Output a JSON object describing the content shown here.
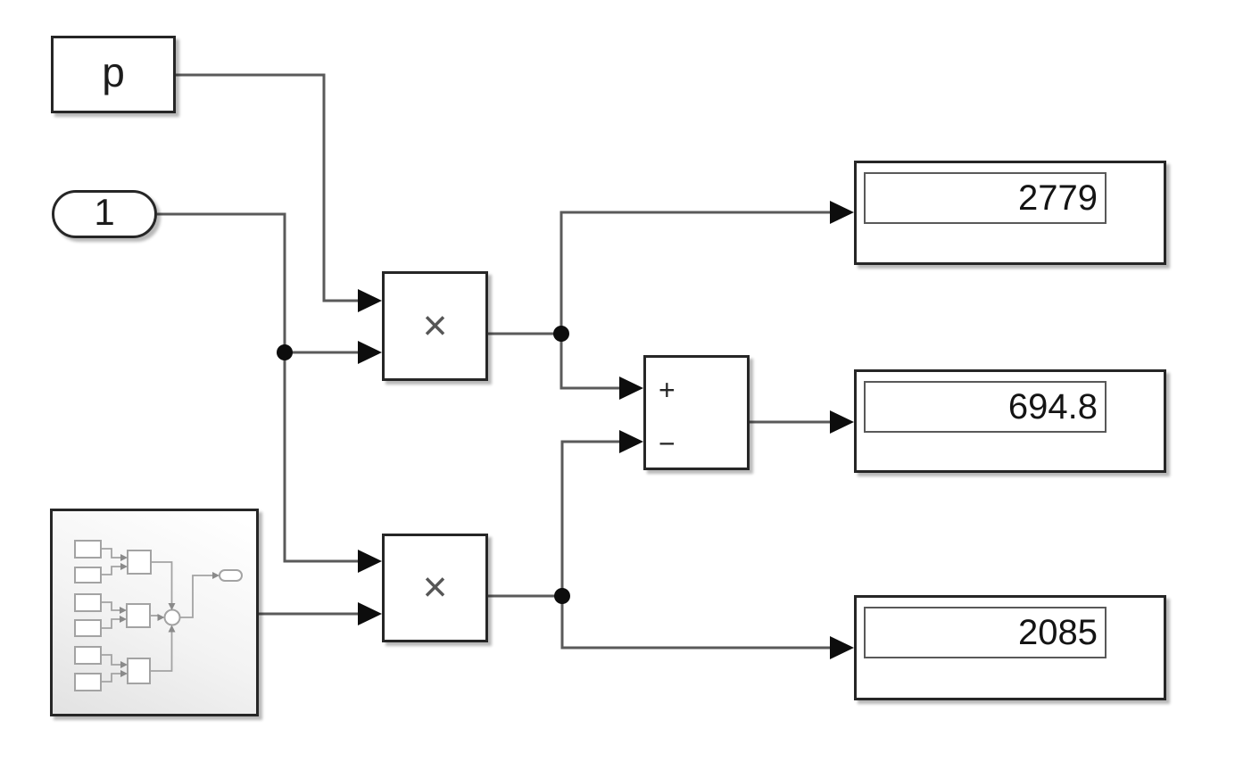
{
  "diagram": {
    "source": {
      "label": "p"
    },
    "inport": {
      "label": "1"
    },
    "product1": {
      "symbol": "×"
    },
    "product2": {
      "symbol": "×"
    },
    "sum": {
      "plus": "+",
      "minus": "−"
    },
    "displays": [
      {
        "value": "2779"
      },
      {
        "value": "694.8"
      },
      {
        "value": "2085"
      }
    ],
    "colors": {
      "wire": "#5a5a5a",
      "arrow": "#0d0d0d",
      "block_border": "#262626",
      "thumbnail_stroke": "#a3a3a3",
      "display_value": "#141414"
    }
  }
}
